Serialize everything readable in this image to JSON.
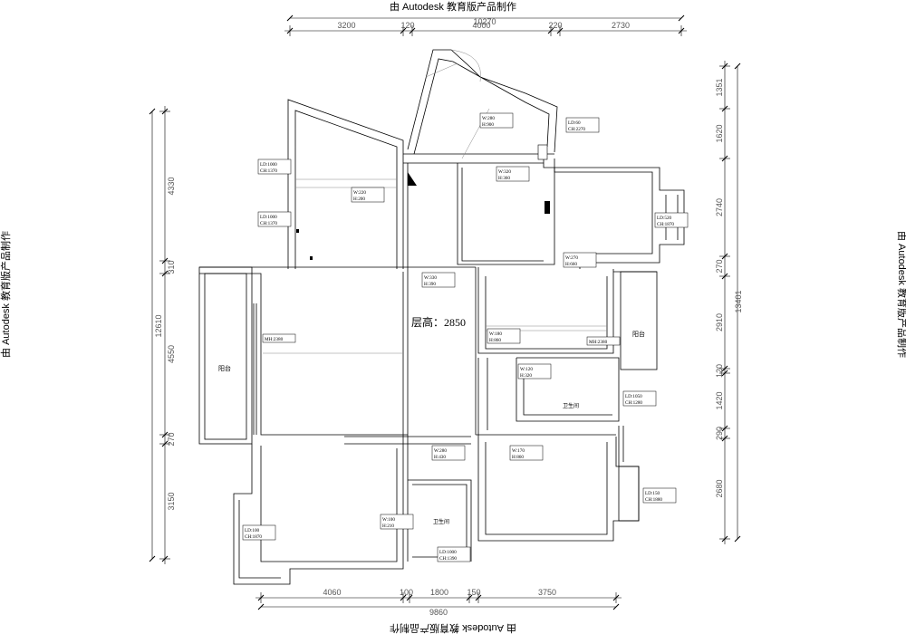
{
  "watermark": {
    "text": "由 Autodesk 教育版产品制作"
  },
  "plan": {
    "floor_height_label": "层高：2850",
    "rooms": {
      "balcony_left": "阳台",
      "balcony_right": "阳台",
      "bathroom_right": "卫生间",
      "bathroom_center": "卫生间"
    },
    "openings": [
      {
        "id": "o1",
        "lines": [
          "LD:1000",
          "CH:1370"
        ]
      },
      {
        "id": "o2",
        "lines": [
          "LD:1000",
          "CH:1370"
        ]
      },
      {
        "id": "o3",
        "lines": [
          "W:220",
          "H:200"
        ]
      },
      {
        "id": "o4",
        "lines": [
          "W:280",
          "H:900"
        ]
      },
      {
        "id": "o5",
        "lines": [
          "LD:60",
          "CH:2270"
        ]
      },
      {
        "id": "o6",
        "lines": [
          "W:320",
          "H:360"
        ]
      },
      {
        "id": "o7",
        "lines": [
          "LD:520",
          "CH:1870"
        ]
      },
      {
        "id": "o8",
        "lines": [
          "W:270",
          "H:660"
        ]
      },
      {
        "id": "o9",
        "lines": [
          "W:330",
          "H:390"
        ]
      },
      {
        "id": "o10",
        "lines": [
          "MH:2380"
        ]
      },
      {
        "id": "o11",
        "lines": [
          "W:180",
          "H:860"
        ]
      },
      {
        "id": "o12",
        "lines": [
          "MH:2380"
        ]
      },
      {
        "id": "o13",
        "lines": [
          "W:120",
          "H:320"
        ]
      },
      {
        "id": "o14",
        "lines": [
          "LD:1050",
          "CH:1280"
        ]
      },
      {
        "id": "o15",
        "lines": [
          "W:280",
          "H:430"
        ]
      },
      {
        "id": "o16",
        "lines": [
          "W:170",
          "H:860"
        ]
      },
      {
        "id": "o17",
        "lines": [
          "LD:150",
          "CH:1880"
        ]
      },
      {
        "id": "o18",
        "lines": [
          "W:100",
          "H:210"
        ]
      },
      {
        "id": "o19",
        "lines": [
          "LD:100",
          "CH:1870"
        ]
      },
      {
        "id": "o20",
        "lines": [
          "LD:1000",
          "CH:1390"
        ]
      }
    ]
  },
  "dimensions": {
    "top": [
      "3200",
      "120",
      "4000",
      "220",
      "2730"
    ],
    "top_total": "10270",
    "bottom": [
      "4060",
      "100",
      "1800",
      "150",
      "3750"
    ],
    "bottom_total": "9860",
    "left": [
      "4330",
      "310",
      "4550",
      "270",
      "3150"
    ],
    "left_total": "12610",
    "right": [
      "1351",
      "1620",
      "2740",
      "270",
      "2910",
      "120",
      "1420",
      "290",
      "2680"
    ],
    "right_total": "13401"
  }
}
